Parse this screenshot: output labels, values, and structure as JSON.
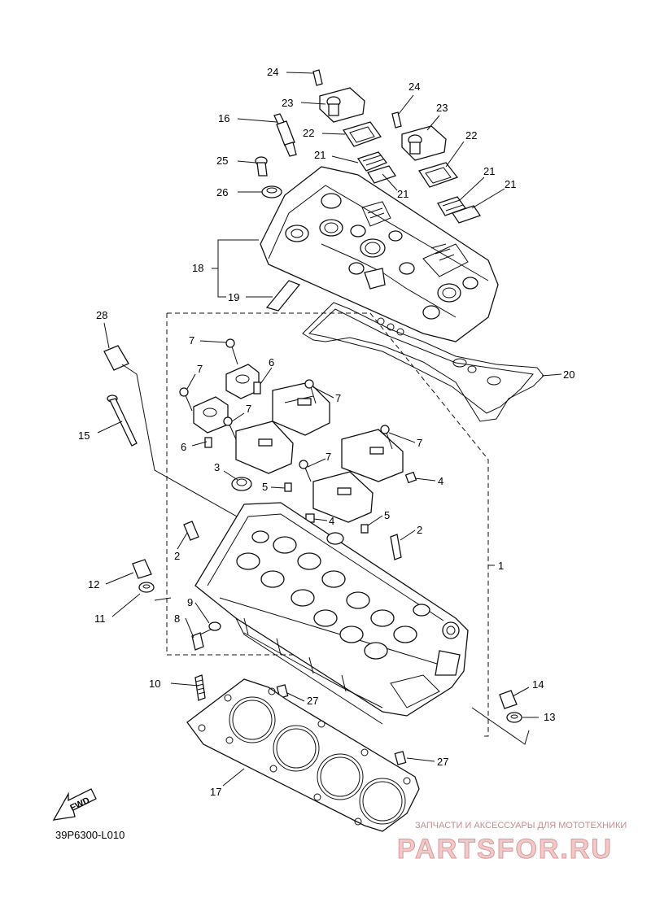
{
  "diagram_code": "39P6300-L010",
  "fwd_label": "FWD",
  "watermark": {
    "tagline": "ЗАПЧАСТИ И АКСЕССУАРЫ ДЛЯ МОТОТЕХНИКИ",
    "brand": "PARTSFOR.RU"
  },
  "callouts": {
    "c1": "1",
    "c2a": "2",
    "c2b": "2",
    "c3": "3",
    "c4a": "4",
    "c4b": "4",
    "c5a": "5",
    "c5b": "5",
    "c6a": "6",
    "c6b": "6",
    "c7a": "7",
    "c7b": "7",
    "c7c": "7",
    "c7d": "7",
    "c7e": "7",
    "c7f": "7",
    "c8": "8",
    "c9": "9",
    "c10": "10",
    "c11": "11",
    "c12": "12",
    "c13": "13",
    "c14": "14",
    "c15": "15",
    "c16": "16",
    "c17": "17",
    "c18": "18",
    "c19": "19",
    "c20": "20",
    "c21a": "21",
    "c21b": "21",
    "c21c": "21",
    "c21d": "21",
    "c22a": "22",
    "c22b": "22",
    "c23a": "23",
    "c23b": "23",
    "c24a": "24",
    "c24b": "24",
    "c25": "25",
    "c26": "26",
    "c27a": "27",
    "c27b": "27",
    "c28": "28"
  }
}
